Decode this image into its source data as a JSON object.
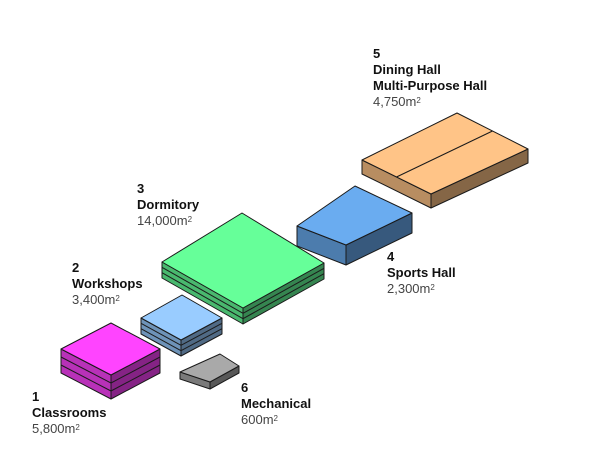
{
  "spaces": [
    {
      "id": "1",
      "number": "1",
      "name": "Classrooms",
      "area_value": "5,800m",
      "area_sup": "2",
      "color": "#ff44ff",
      "floors": 3
    },
    {
      "id": "2",
      "number": "2",
      "name": "Workshops",
      "area_value": "3,400m",
      "area_sup": "2",
      "color": "#99ccff",
      "floors": 3
    },
    {
      "id": "3",
      "number": "3",
      "name": "Dormitory",
      "area_value": "14,000m",
      "area_sup": "2",
      "color": "#66ff99",
      "floors": 3
    },
    {
      "id": "4",
      "number": "4",
      "name": "Sports Hall",
      "area_value": "2,300m",
      "area_sup": "2",
      "color": "#6aacf0",
      "floors": 1
    },
    {
      "id": "5",
      "number": "5",
      "name": "Dining Hall",
      "name2": "Multi-Purpose Hall",
      "area_value": "4,750m",
      "area_sup": "2",
      "color": "#ffc487",
      "floors": 1
    },
    {
      "id": "6",
      "number": "6",
      "name": "Mechanical",
      "area_value": "600m",
      "area_sup": "2",
      "color": "#a9a9a9",
      "floors": 1
    }
  ]
}
